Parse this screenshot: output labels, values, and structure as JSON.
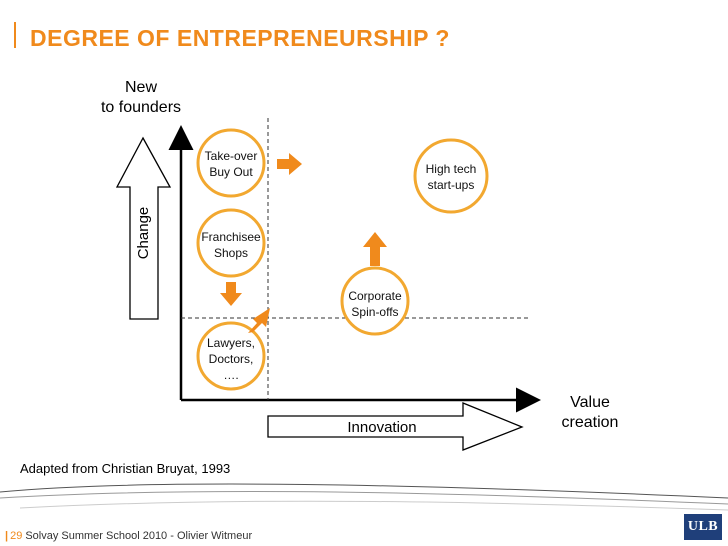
{
  "slide": {
    "title": "DEGREE OF ENTREPRENEURSHIP ?",
    "footnote": "Adapted from Christian Bruyat, 1993",
    "footer_text": "Solvay Summer School 2010 - Olivier Witmeur",
    "page_number": "29",
    "footer_pipe": "|",
    "logo_text": "ULB"
  },
  "axes": {
    "y_label_line1": "New",
    "y_label_line2": "to founders",
    "x_label_line1": "Value",
    "x_label_line2": "creation",
    "vertical_arrow_label": "Change",
    "horizontal_arrow_label": "Innovation"
  },
  "nodes": {
    "takeover": {
      "line1": "Take-over",
      "line2": "Buy Out"
    },
    "franchisee": {
      "line1": "Franchisee",
      "line2": "Shops"
    },
    "lawyers": {
      "line1": "Lawyers,",
      "line2": "Doctors,",
      "line3": "…."
    },
    "corporate": {
      "line1": "Corporate",
      "line2": "Spin-offs"
    },
    "hightech": {
      "line1": "High tech",
      "line2": "start-ups"
    }
  },
  "colors": {
    "accent": "#f08a1c",
    "circle_border": "#f2a830",
    "logo_bg": "#1f3f7a"
  }
}
